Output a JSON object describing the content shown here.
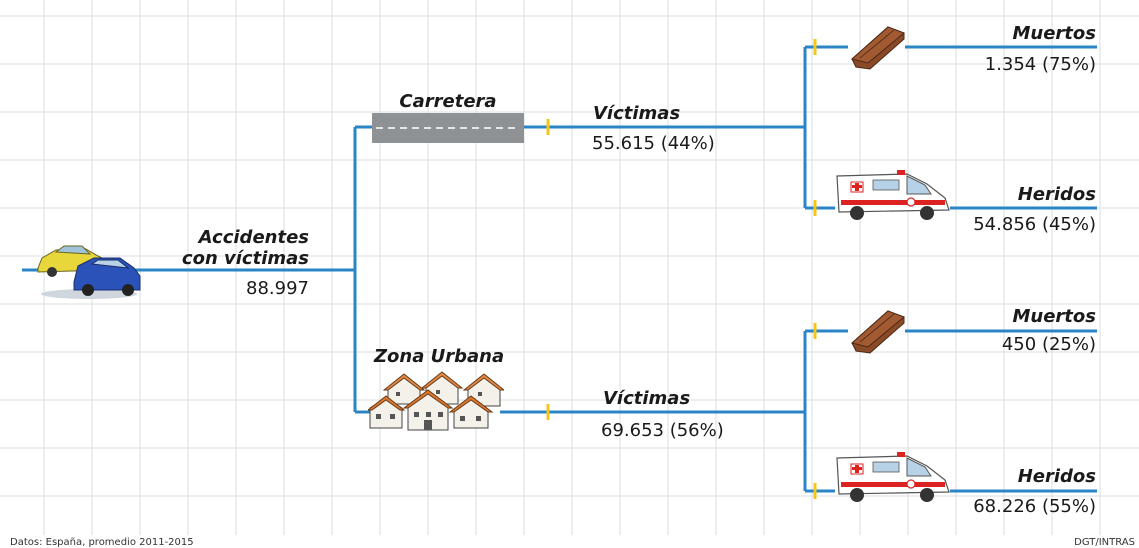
{
  "colors": {
    "line": "#2a84c6",
    "marker": "#f5c518",
    "grid": "#d9dde2"
  },
  "root": {
    "icon": "car-crash-icon",
    "label_line1": "Accidentes",
    "label_line2": "con víctimas",
    "value": "88.997"
  },
  "branches": {
    "carretera": {
      "icon": "road-icon",
      "label": "Carretera",
      "victims_label": "Víctimas",
      "victims_value": "55.615 (44%)",
      "muertos": {
        "icon": "coffin-icon",
        "label": "Muertos",
        "value": "1.354 (75%)"
      },
      "heridos": {
        "icon": "ambulance-icon",
        "label": "Heridos",
        "value": "54.856 (45%)"
      }
    },
    "urbana": {
      "icon": "houses-icon",
      "label": "Zona Urbana",
      "victims_label": "Víctimas",
      "victims_value": "69.653 (56%)",
      "muertos": {
        "icon": "coffin-icon",
        "label": "Muertos",
        "value": "450 (25%)"
      },
      "heridos": {
        "icon": "ambulance-icon",
        "label": "Heridos",
        "value": "68.226 (55%)"
      }
    }
  },
  "footer": {
    "source": "Datos: España, promedio 2011-2015",
    "credit": "DGT/INTRAS"
  }
}
